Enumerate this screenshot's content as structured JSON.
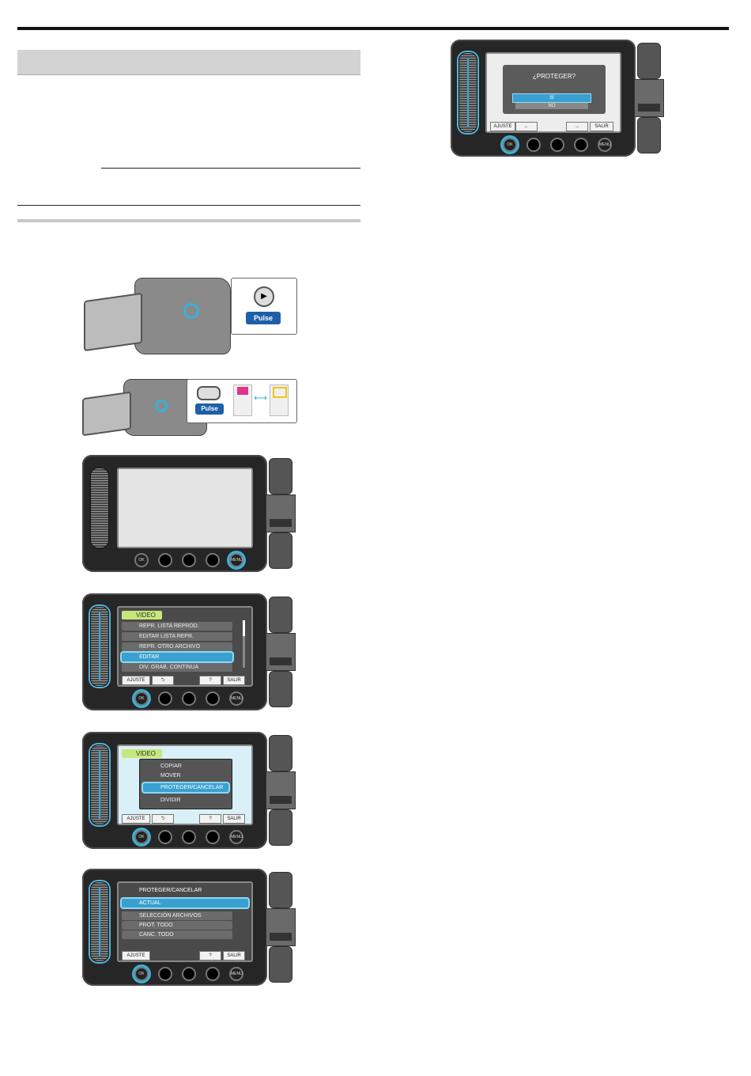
{
  "step_images": {
    "play_button_callout": {
      "label": "Pulse"
    },
    "mode_button_callout": {
      "label": "Pulse"
    },
    "ok_label": "OK",
    "menu_label": "MENU",
    "menu_video": {
      "header": "VIDEO",
      "items": [
        "REPR. LISTA REPROD.",
        "EDITAR LISTA REPR.",
        "REPR. OTRO ARCHIVO",
        "EDITAR",
        "DIV. GRAB. CONTINUA"
      ],
      "selected_index": 3,
      "softkeys": [
        "AJUSTE",
        "⮌",
        "?",
        "SALIR"
      ]
    },
    "menu_editar": {
      "header": "VIDEO",
      "items": [
        "COPIAR",
        "MOVER",
        "PROTEGER/CANCELAR",
        "DIVIDIR"
      ],
      "selected_index": 2,
      "softkeys": [
        "AJUSTE",
        "⮌",
        "?",
        "SALIR"
      ]
    },
    "menu_proteger": {
      "header": "PROTEGER/CANCELAR",
      "items": [
        "ACTUAL",
        "SELECCIÓN ARCHIVOS",
        "PROT. TODO",
        "CANC. TODO"
      ],
      "selected_index": 0,
      "softkeys": [
        "AJUSTE",
        "?",
        "SALIR"
      ]
    },
    "confirm_dialog": {
      "question": "¿PROTEGER?",
      "yes": "SÍ",
      "no": "NO",
      "softkeys": [
        "AJUSTE",
        "←",
        "→",
        "SALIR"
      ]
    }
  },
  "colors": {
    "highlight": "#3ab0d8",
    "menu_header": "#c7e77a",
    "pulse_button": "#1e5fa8"
  }
}
